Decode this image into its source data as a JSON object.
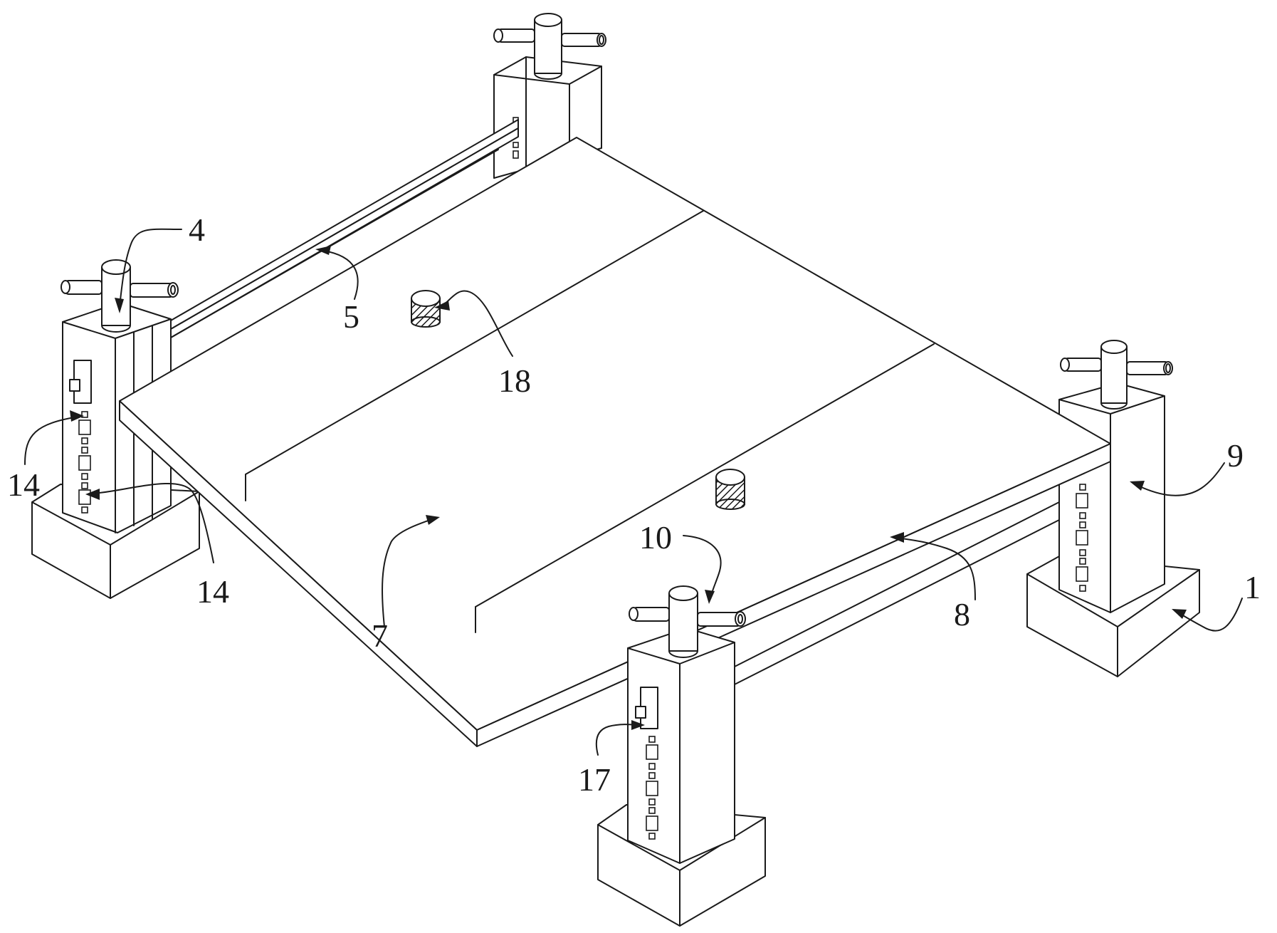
{
  "figure": {
    "labels": {
      "l1": "1",
      "l4": "4",
      "l5": "5",
      "l7": "7",
      "l8": "8",
      "l9": "9",
      "l10": "10",
      "l14a": "14",
      "l14b": "14",
      "l17": "17",
      "l18": "18"
    }
  }
}
